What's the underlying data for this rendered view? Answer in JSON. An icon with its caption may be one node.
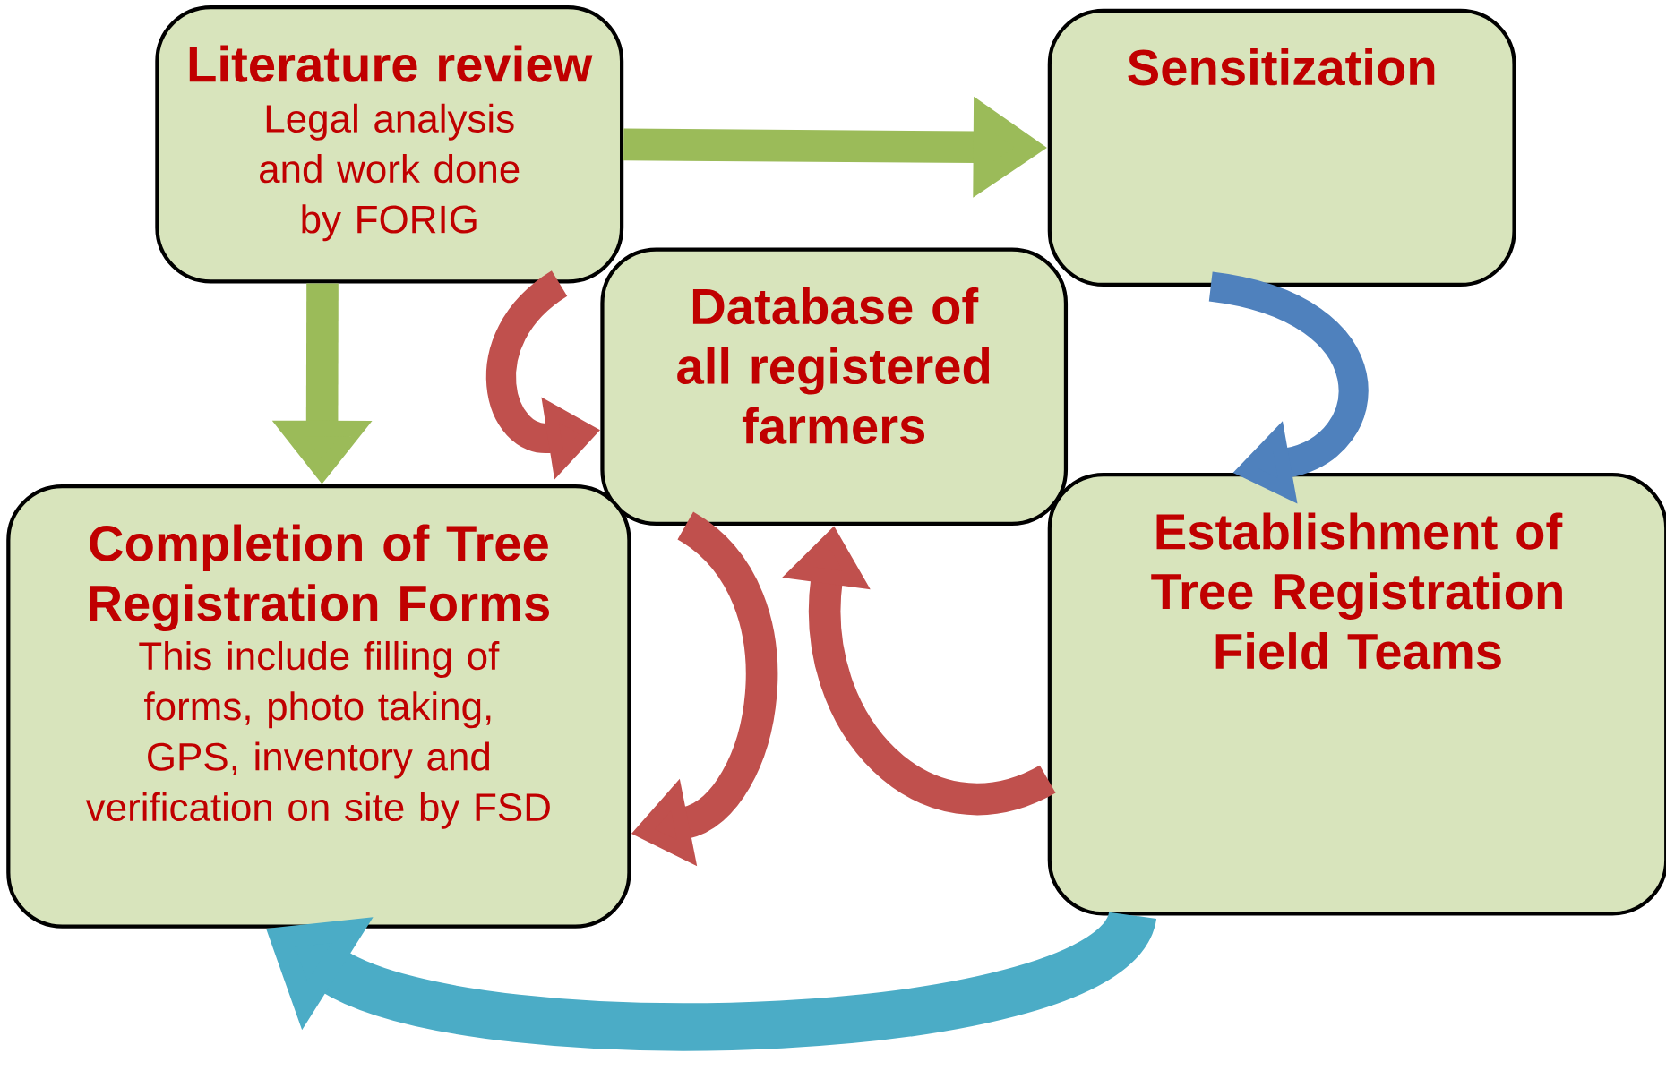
{
  "diagram": {
    "nodes": [
      {
        "text": [
          "Literature review",
          "Legal analysis and work done by FORIG"
        ]
      },
      {
        "text": [
          "Sensitization"
        ]
      },
      {
        "text": [
          "Database of all registered farmers"
        ]
      },
      {
        "text": [
          "Completion of Tree Registration Forms",
          "This include filling of forms, photo taking, GPS, inventory and verification on site by FSD"
        ]
      },
      {
        "text": [
          "Establishment of Tree Registration Field Teams"
        ]
      }
    ],
    "edges": [
      {
        "from": 0,
        "to": 1,
        "arrow": "to",
        "color": "#9bbb59"
      },
      {
        "from": 0,
        "to": 3,
        "arrow": "to",
        "color": "#9bbb59"
      },
      {
        "from": 1,
        "to": 4,
        "arrow": "to",
        "color": "#4f81bd"
      },
      {
        "from": 0,
        "to": 2,
        "arrow": "to"
      },
      {
        "from": 2,
        "to": 3,
        "arrow": "to"
      },
      {
        "from": 4,
        "to": 2,
        "arrow": "to"
      },
      {
        "from": 4,
        "to": 3,
        "arrow": "to",
        "color": "#4bacc6"
      }
    ]
  }
}
